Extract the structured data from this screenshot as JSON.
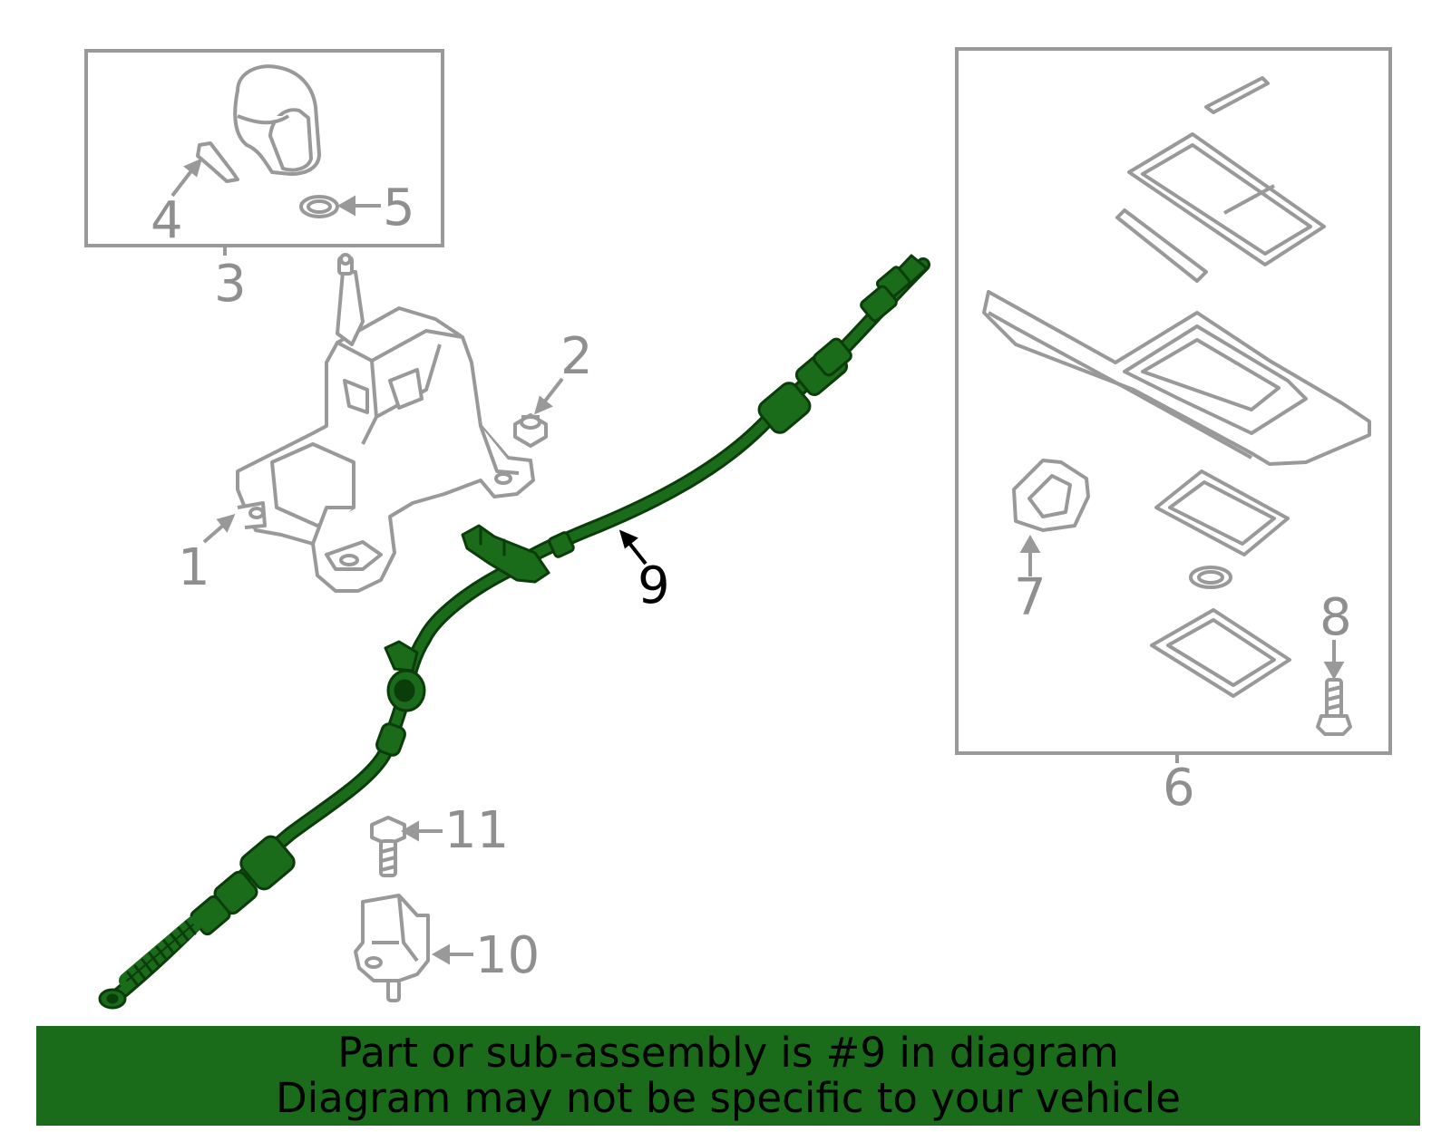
{
  "colors": {
    "highlight": "#1a6b1a",
    "highlight_dark": "#0b3d0b",
    "gray_part": "#999999",
    "label_gray": "#8f8f8f",
    "label_active": "#000000",
    "banner_bg": "#1a6b1a",
    "banner_text": "#000000"
  },
  "callouts": {
    "c1": "1",
    "c2": "2",
    "c3": "3",
    "c4": "4",
    "c5": "5",
    "c6": "6",
    "c7": "7",
    "c8": "8",
    "c9": "9",
    "c10": "10",
    "c11": "11"
  },
  "highlighted_part": "9",
  "banner": {
    "line1": "Part or sub-assembly is #9 in diagram",
    "line2": "Diagram may not be specific to your vehicle"
  }
}
